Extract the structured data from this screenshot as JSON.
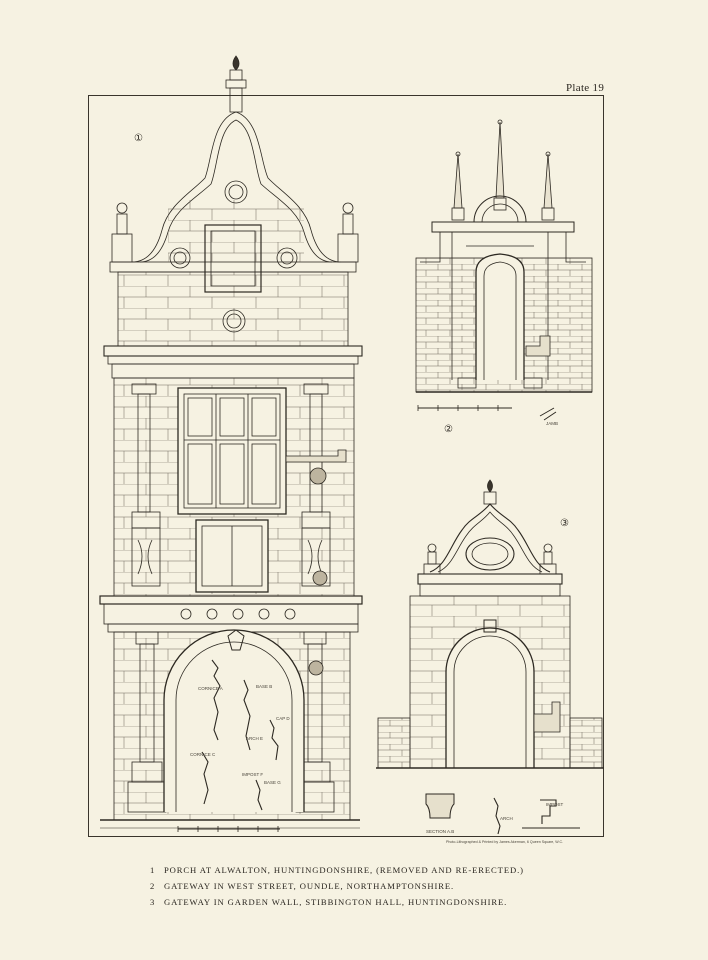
{
  "plate": {
    "label": "Plate 19"
  },
  "figures": [
    {
      "number": "1",
      "caption": "PORCH AT ALWALTON, HUNTINGDONSHIRE, (REMOVED AND RE-ERECTED.)"
    },
    {
      "number": "2",
      "caption": "GATEWAY IN WEST STREET, OUNDLE, NORTHAMPTONSHIRE."
    },
    {
      "number": "3",
      "caption": "GATEWAY IN GARDEN WALL, STIBBINGTON HALL, HUNTINGDONSHIRE."
    }
  ],
  "figure_markers": [
    "①",
    "②",
    "③"
  ],
  "detail_labels": {
    "cornice_a": "CORNICE A",
    "base_b": "BASE B",
    "cornice_c": "CORNICE C",
    "arch_e": "ARCH E",
    "cap_d": "CAP D",
    "impost_f": "IMPOST F",
    "base_g": "BASE G",
    "jamb": "JAMB",
    "section_ab": "SECTION A.B",
    "arch": "ARCH",
    "impost": "IMPOST"
  },
  "printer_note": "Photo-Lithographed & Printed by James Akerman, 6 Queen Square, W.C."
}
